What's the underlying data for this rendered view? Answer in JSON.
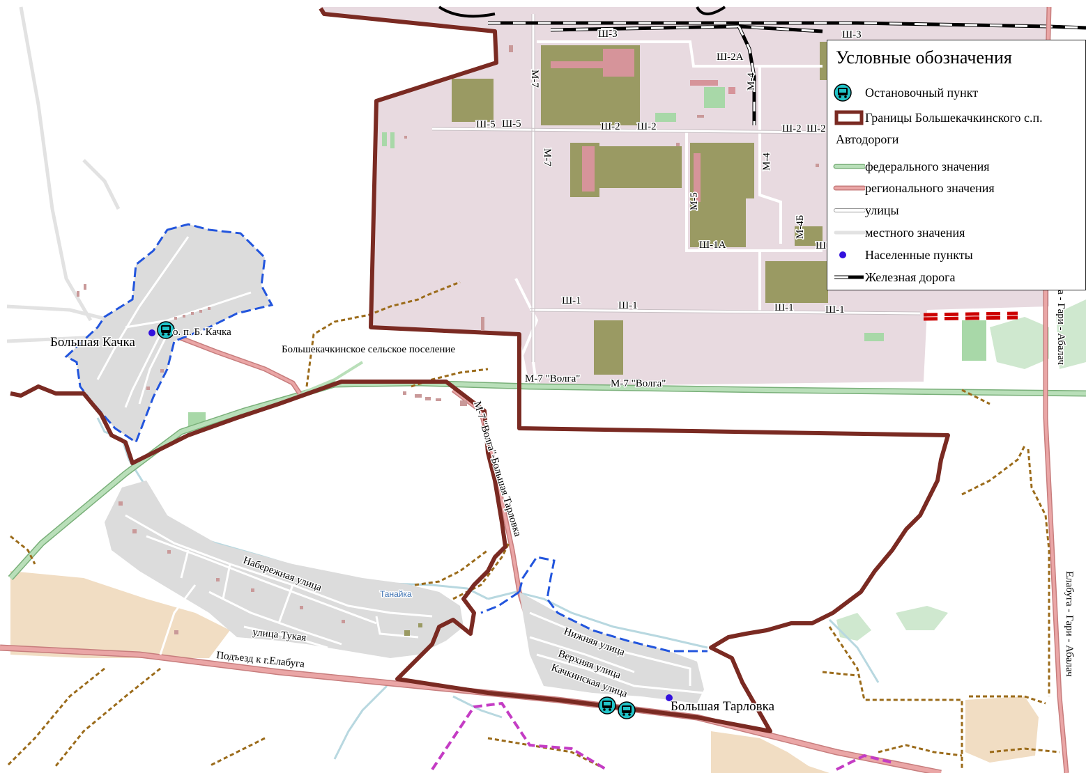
{
  "map": {
    "roads": {
      "sh3a": "Ш-3",
      "sh3b": "Ш-3",
      "sh2a": "Ш-2А",
      "m7a": "М-7",
      "m7b": "М-7",
      "m4a": "М-4",
      "m4b": "М-4",
      "sh5a": "Ш-5",
      "sh5b": "Ш-5",
      "sh2b": "Ш-2",
      "sh2c": "Ш-2",
      "sh2d": "Ш-2",
      "sh2e": "Ш-2",
      "m5": "М-5",
      "m4b_road": "М-4Б",
      "sh1a_road": "Ш-1А",
      "sh1_partial": "Ш",
      "sh1a": "Ш-1",
      "sh1b": "Ш-1",
      "sh1c": "Ш-1",
      "sh1d": "Ш-1",
      "m7_volga_a": "М-7 \"Волга\"",
      "m7_volga_b": "М-7 \"Волга\"",
      "m7_volga_tarlovka": "М-7 \"Волга\"-Большая Тарловка",
      "yelabuga_right": "Елабуга - Гари - Абалач",
      "yelabuga_right_top": "га - Гари - Абалач",
      "podezd": "Подъезд к г.Елабуга"
    },
    "streets": {
      "naberezhnaya": "Набережная улица",
      "tukaya": "улица Тукая",
      "nizhnyaya": "Нижняя улица",
      "verkhnyaya": "Верхняя улица",
      "kachkinskaya": "Качкинская улица"
    },
    "places": {
      "bolshaya_kachka": "Большая Качка",
      "bus_stop_kachka": "о. п. Б. Качка",
      "bolshaya_tarlovka": "Большая Тарловка",
      "settlement": "Большекачкинское сельское поселение"
    },
    "river": "Танайка"
  },
  "legend": {
    "title": "Условные обозначения",
    "bus_stop": "Остановочный пункт",
    "boundary": "Границы Большекачкинского с.п.",
    "roads_header": "Автодороги",
    "federal": "федерального значения",
    "regional": "регионального значения",
    "streets": "улицы",
    "local": "местного значения",
    "settlements": "Населенные пункты",
    "railway": "Железная дорога"
  },
  "colors": {
    "industrial_zone": "#e8dae0",
    "boundary": "#7a2a22",
    "federal_road": "#a8d8a8",
    "regional_road": "#e8a0a0",
    "village_dashed": "#2255dd",
    "settlement_fill": "#dcdcdc",
    "bus_stop": "#22c3c8",
    "settlement_dot": "#3311dd",
    "buildings": "#9a9a63"
  }
}
